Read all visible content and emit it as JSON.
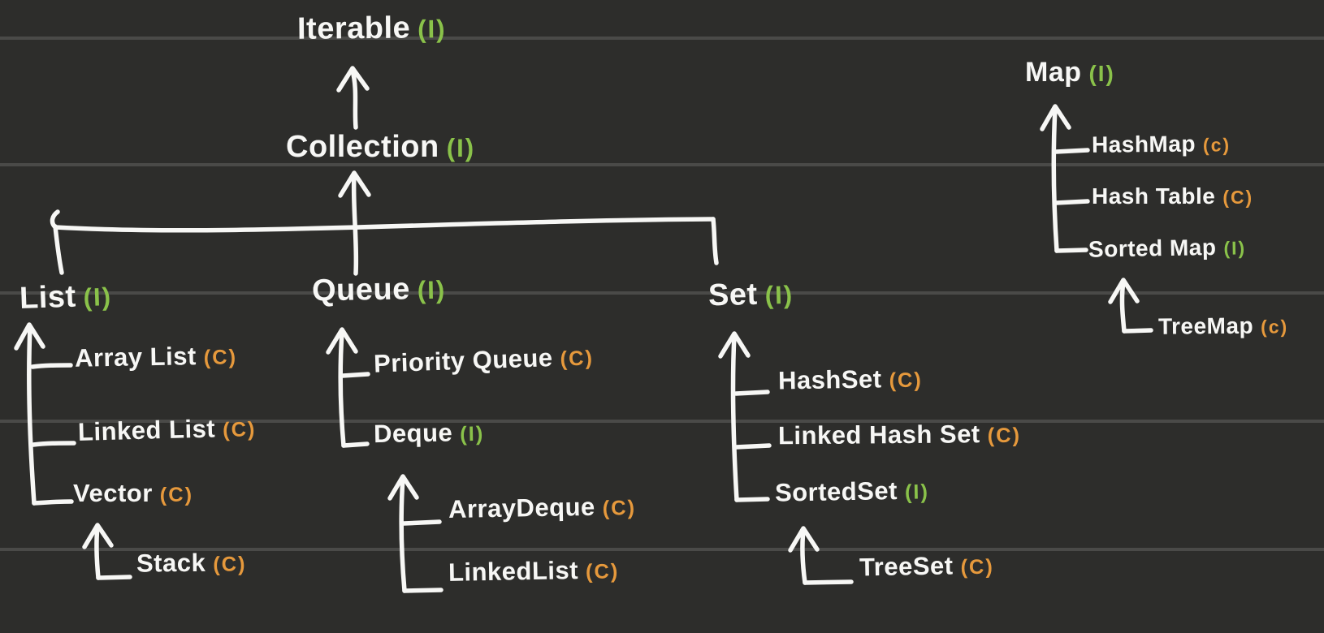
{
  "colors": {
    "background": "#2d2d2b",
    "ruled_line": "#50504e",
    "ink": "#f7f7f5",
    "interface_marker_green": "#8ac24a",
    "class_marker_orange": "#e6993c"
  },
  "nodes": {
    "iterable": {
      "name": "Iterable",
      "marker": "(I)"
    },
    "collection": {
      "name": "Collection",
      "marker": "(I)"
    },
    "list": {
      "name": "List",
      "marker": "(I)"
    },
    "array_list": {
      "name": "Array List",
      "marker": "(C)"
    },
    "linked_list": {
      "name": "Linked List",
      "marker": "(C)"
    },
    "vector": {
      "name": "Vector",
      "marker": "(C)"
    },
    "stack": {
      "name": "Stack",
      "marker": "(C)"
    },
    "queue": {
      "name": "Queue",
      "marker": "(I)"
    },
    "priority_queue": {
      "name": "Priority Queue",
      "marker": "(C)"
    },
    "deque": {
      "name": "Deque",
      "marker": "(I)"
    },
    "array_deque": {
      "name": "ArrayDeque",
      "marker": "(C)"
    },
    "linked_list_deque": {
      "name": "LinkedList",
      "marker": "(C)"
    },
    "set": {
      "name": "Set",
      "marker": "(I)"
    },
    "hash_set": {
      "name": "HashSet",
      "marker": "(C)"
    },
    "linked_hash_set": {
      "name": "Linked Hash Set",
      "marker": "(C)"
    },
    "sorted_set": {
      "name": "SortedSet",
      "marker": "(I)"
    },
    "tree_set": {
      "name": "TreeSet",
      "marker": "(C)"
    },
    "map": {
      "name": "Map",
      "marker": "(I)"
    },
    "hash_map": {
      "name": "HashMap",
      "marker": "(c)"
    },
    "hash_table": {
      "name": "Hash Table",
      "marker": "(C)"
    },
    "sorted_map": {
      "name": "Sorted Map",
      "marker": "(I)"
    },
    "tree_map": {
      "name": "TreeMap",
      "marker": "(c)"
    }
  },
  "edges": [
    {
      "from": "Collection",
      "to": "Iterable"
    },
    {
      "from": "List",
      "to": "Collection"
    },
    {
      "from": "Queue",
      "to": "Collection"
    },
    {
      "from": "Set",
      "to": "Collection"
    },
    {
      "from": "Array List",
      "to": "List"
    },
    {
      "from": "Linked List",
      "to": "List"
    },
    {
      "from": "Vector",
      "to": "List"
    },
    {
      "from": "Stack",
      "to": "Vector"
    },
    {
      "from": "Priority Queue",
      "to": "Queue"
    },
    {
      "from": "Deque",
      "to": "Queue"
    },
    {
      "from": "ArrayDeque",
      "to": "Deque"
    },
    {
      "from": "LinkedList",
      "to": "Deque"
    },
    {
      "from": "HashSet",
      "to": "Set"
    },
    {
      "from": "Linked Hash Set",
      "to": "Set"
    },
    {
      "from": "SortedSet",
      "to": "Set"
    },
    {
      "from": "TreeSet",
      "to": "SortedSet"
    },
    {
      "from": "HashMap",
      "to": "Map"
    },
    {
      "from": "Hash Table",
      "to": "Map"
    },
    {
      "from": "Sorted Map",
      "to": "Map"
    },
    {
      "from": "TreeMap",
      "to": "Sorted Map"
    }
  ]
}
